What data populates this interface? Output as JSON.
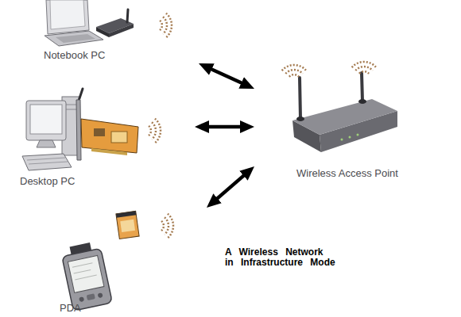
{
  "diagram": {
    "caption": "A Wireless Network in Infrastructure Mode",
    "nodes": [
      {
        "text": [
          "Notebook PC"
        ]
      },
      {
        "text": [
          "Wireless Access Point"
        ]
      },
      {
        "text": [
          "Desktop PC"
        ]
      },
      {
        "text": [
          "PDA"
        ]
      }
    ],
    "edges": [
      {
        "from": 0,
        "to": 1,
        "arrow": "both"
      },
      {
        "from": 2,
        "to": 1,
        "arrow": "both"
      },
      {
        "from": 3,
        "to": 1,
        "arrow": "both"
      }
    ]
  }
}
